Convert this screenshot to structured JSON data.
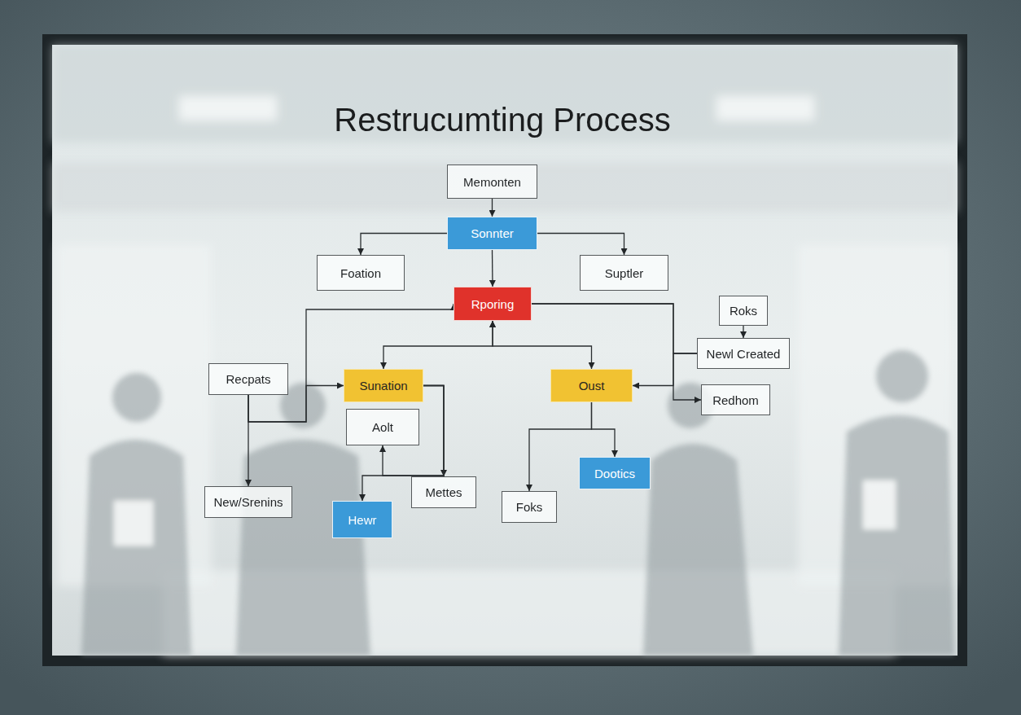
{
  "diagram": {
    "title": "Restrucumting Process",
    "nodes": [
      {
        "text": [
          "Memonten"
        ]
      },
      {
        "text": [
          "Sonnter"
        ]
      },
      {
        "text": [
          "Foation"
        ]
      },
      {
        "text": [
          "Suptler"
        ]
      },
      {
        "text": [
          "Rporing"
        ]
      },
      {
        "text": [
          "Roks"
        ]
      },
      {
        "text": [
          "Newl Created"
        ]
      },
      {
        "text": [
          "Recpats"
        ]
      },
      {
        "text": [
          "Sunation"
        ]
      },
      {
        "text": [
          "Oust"
        ]
      },
      {
        "text": [
          "Redhom"
        ]
      },
      {
        "text": [
          "Aolt"
        ]
      },
      {
        "text": [
          "Mettes"
        ]
      },
      {
        "text": [
          "Dootics"
        ]
      },
      {
        "text": [
          "New/Srenins"
        ]
      },
      {
        "text": [
          "Hewr"
        ]
      },
      {
        "text": [
          "Foks"
        ]
      }
    ],
    "edges": [
      {
        "from": 0,
        "to": 1,
        "arrow": "to"
      },
      {
        "from": 1,
        "to": 2,
        "arrow": "to"
      },
      {
        "from": 1,
        "to": 3,
        "arrow": "to"
      },
      {
        "from": 1,
        "to": 4,
        "arrow": "to"
      },
      {
        "from": 4,
        "to": 8,
        "arrow": "both"
      },
      {
        "from": 4,
        "to": 9,
        "arrow": "both"
      },
      {
        "from": 7,
        "to": 4,
        "arrow": "to"
      },
      {
        "from": 7,
        "to": 8,
        "arrow": "to"
      },
      {
        "from": 7,
        "to": 14,
        "arrow": "to"
      },
      {
        "from": 4,
        "to": 6,
        "arrow": "none"
      },
      {
        "from": 4,
        "to": 10,
        "arrow": "to"
      },
      {
        "from": 6,
        "to": 9,
        "arrow": "to"
      },
      {
        "from": 5,
        "to": 6,
        "arrow": "to"
      },
      {
        "from": 8,
        "to": 12,
        "arrow": "to"
      },
      {
        "from": 8,
        "to": 11,
        "arrow": "to"
      },
      {
        "from": 8,
        "to": 15,
        "arrow": "to"
      },
      {
        "from": 9,
        "to": 16,
        "arrow": "to"
      },
      {
        "from": 9,
        "to": 13,
        "arrow": "to"
      }
    ]
  }
}
